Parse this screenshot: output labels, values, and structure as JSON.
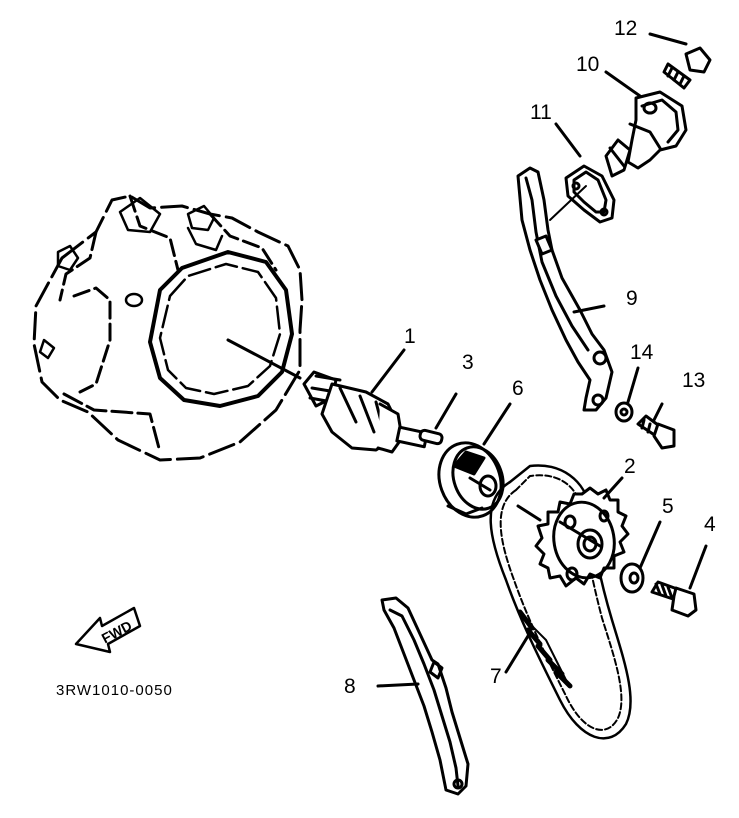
{
  "callouts": [
    "1",
    "2",
    "3",
    "4",
    "5",
    "6",
    "7",
    "8",
    "9",
    "10",
    "11",
    "12",
    "13",
    "14"
  ],
  "fwd_label": "FWD",
  "part_code": "3RW1010-0050",
  "colors": {
    "ink": "#000000",
    "paper": "#ffffff"
  }
}
